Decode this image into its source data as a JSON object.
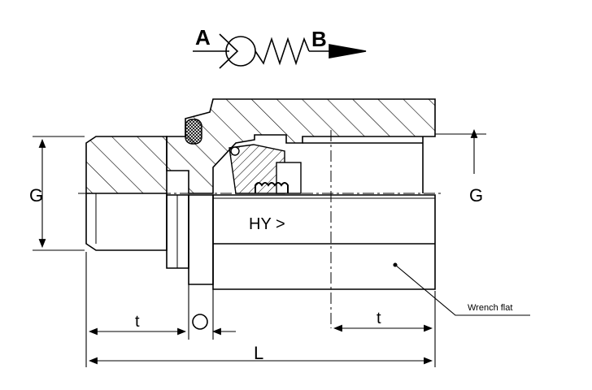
{
  "symbol": {
    "port_a": "A",
    "port_b": "B"
  },
  "labels": {
    "thread_left": "G",
    "thread_right": "G",
    "thread_depth_left": "t",
    "thread_depth_right": "t",
    "oring": "O",
    "length": "L",
    "marking": "HY >",
    "wrench_flat": "Wrench flat"
  },
  "colors": {
    "stroke": "#000000",
    "background": "#ffffff",
    "centerline": "#000000"
  }
}
